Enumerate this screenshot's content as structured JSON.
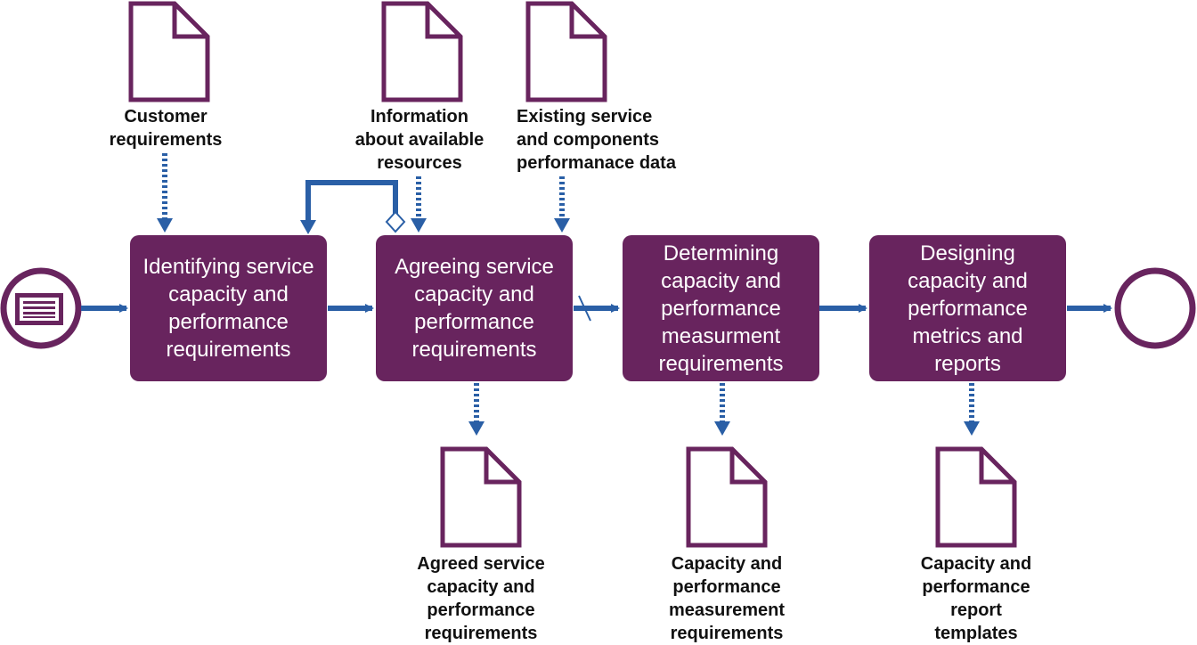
{
  "colors": {
    "task_fill": "#68245e",
    "outline": "#68245e",
    "flow": "#2a5fa6",
    "text": "#111111"
  },
  "icons": {
    "start_event": "message-start-event-icon",
    "end_event": "end-event-circle-icon",
    "document": "document-icon"
  },
  "tasks": [
    {
      "label": "Identifying service\ncapacity and\nperformance\nrequirements"
    },
    {
      "label": "Agreeing service\ncapacity and\nperformance\nrequirements"
    },
    {
      "label": "Determining\ncapacity and\nperformance\nmeasurment\nrequirements"
    },
    {
      "label": "Designing\ncapacity and\nperformance\nmetrics and\nreports"
    }
  ],
  "inputs": [
    {
      "label": "Customer\nrequirements"
    },
    {
      "label": "Information\nabout available\nresources"
    },
    {
      "label": "Existing service\nand components\nperformanace data"
    }
  ],
  "outputs": [
    {
      "label": "Agreed service\ncapacity and\nperformance\nrequirements"
    },
    {
      "label": "Capacity and\nperformance\nmeasurement\nrequirements"
    },
    {
      "label": "Capacity and\nperformance\nreport\ntemplates"
    }
  ]
}
